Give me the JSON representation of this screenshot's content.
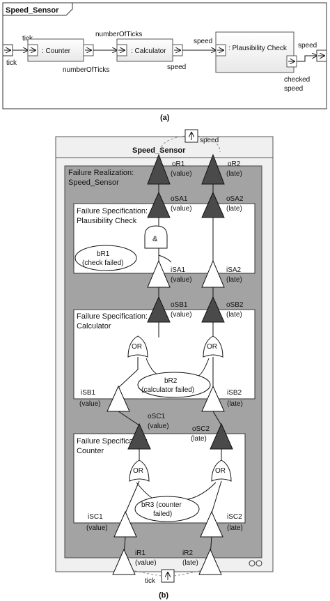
{
  "part_a": {
    "frame_title": "Speed_Sensor",
    "caption": "(a)",
    "blocks": [
      ": Counter",
      ": Calculator",
      ": Plausibility Check"
    ],
    "ports": {
      "tick_in_top": "tick",
      "tick_in_bottom": "tick",
      "ticks_out_top": "numberOfTicks",
      "ticks_out_bottom": "numberOfTicks",
      "speed_top": "speed",
      "speed_bottom": "speed",
      "speed_out": "speed",
      "checked_1": "checked",
      "checked_2": "speed"
    }
  },
  "part_b": {
    "caption": "(b)",
    "outer_title": "Speed_Sensor",
    "top_port_label": "speed",
    "bottom_port_label": "tick",
    "realization_title_1": "Failure Realization:",
    "realization_title_2": "Speed_Sensor",
    "spec_plaus_1": "Failure Specification:",
    "spec_plaus_2": "Plausibility Check",
    "spec_calc_1": "Failure Specification:",
    "spec_calc_2": "Calculator",
    "spec_counter_1": "Failure Specification:",
    "spec_counter_2": "Counter",
    "and_gate": "&",
    "or_gate": "OR",
    "events": {
      "bR1_1": "bR1",
      "bR1_2": "(check failed)",
      "bR2_1": "bR2",
      "bR2_2": "(calculator failed)",
      "bR3_1": "bR3 (counter",
      "bR3_2": "failed)"
    },
    "labels": {
      "oR1": "oR1",
      "oR1_sub": "(value)",
      "oR2": "oR2",
      "oR2_sub": "(late)",
      "oSA1": "oSA1",
      "oSA1_sub": "(value)",
      "oSA2": "oSA2",
      "oSA2_sub": "(late)",
      "iSA1": "iSA1",
      "iSA1_sub": "(value)",
      "iSA2": "iSA2",
      "iSA2_sub": "(late)",
      "oSB1": "oSB1",
      "oSB1_sub": "(value)",
      "oSB2": "oSB2",
      "oSB2_sub": "(late)",
      "iSB1": "iSB1",
      "iSB1_sub": "(value)",
      "iSB2": "iSB2",
      "iSB2_sub": "(late)",
      "oSC1": "oSC1",
      "oSC1_sub": "(value)",
      "oSC2": "oSC2",
      "oSC2_sub": "(late)",
      "iSC1": "iSC1",
      "iSC1_sub": "(value)",
      "iSC2": "iSC2",
      "iSC2_sub": "(late)",
      "iR1": "iR1",
      "iR1_sub": "(value)",
      "iR2": "iR2",
      "iR2_sub": "(late)"
    }
  }
}
